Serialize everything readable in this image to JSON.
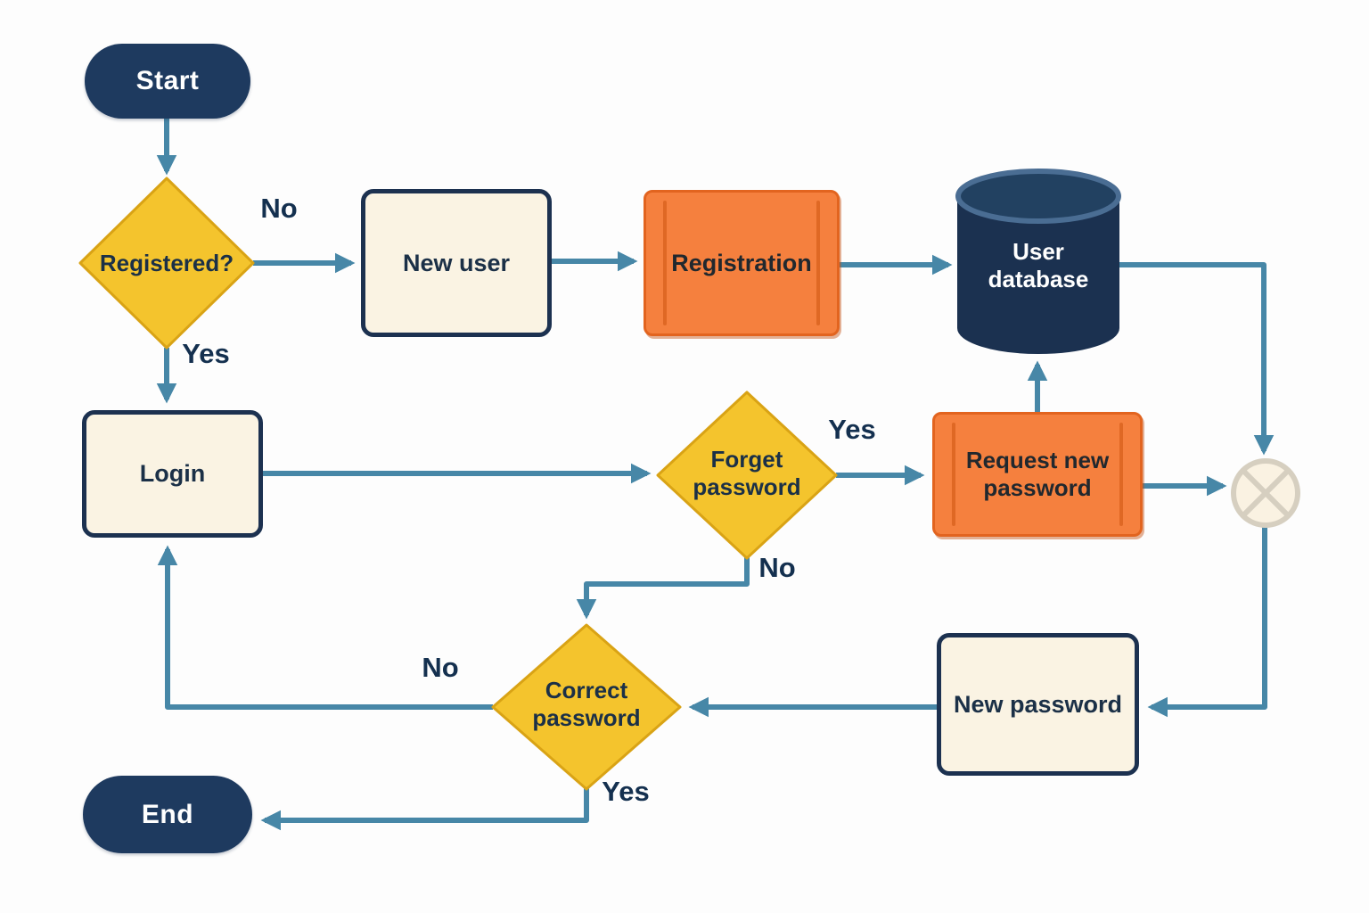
{
  "diagram": {
    "description": "Login and registration flowchart",
    "palette": {
      "background": "#fdfdfd",
      "navy": "#1e3a5f",
      "database_navy": "#1b3150",
      "yellow": "#f4c42d",
      "yellow_border": "#d9a315",
      "orange": "#f5803e",
      "orange_border": "#e2641f",
      "cream": "#faf3e3",
      "cream_border": "#1c3150",
      "arrow_teal": "#4787a7",
      "junction_outline": "#d6cfc0",
      "text_dark": "#1b3047",
      "text_light": "#ffffff"
    },
    "nodes": {
      "start": {
        "label": "Start",
        "shape": "terminator"
      },
      "registered": {
        "label": "Registered?",
        "shape": "decision"
      },
      "new_user": {
        "label": "New user",
        "shape": "process"
      },
      "registration": {
        "label": "Registration",
        "shape": "predefined-process"
      },
      "user_database": {
        "label": "User database",
        "shape": "database-cylinder"
      },
      "login": {
        "label": "Login",
        "shape": "process"
      },
      "forget_password": {
        "label": "Forget password",
        "shape": "decision"
      },
      "request_new_password": {
        "label": "Request new password",
        "shape": "predefined-process"
      },
      "junction": {
        "label": "",
        "shape": "summing-junction"
      },
      "correct_password": {
        "label": "Correct password",
        "shape": "decision"
      },
      "new_password": {
        "label": "New password",
        "shape": "process"
      },
      "end": {
        "label": "End",
        "shape": "terminator"
      }
    },
    "edges": {
      "registered_no": {
        "label": "No",
        "from": "registered",
        "to": "new_user"
      },
      "registered_yes": {
        "label": "Yes",
        "from": "registered",
        "to": "login"
      },
      "forget_yes": {
        "label": "Yes",
        "from": "forget_password",
        "to": "request_new_password"
      },
      "forget_no": {
        "label": "No",
        "from": "forget_password",
        "to": "correct_password"
      },
      "correct_no": {
        "label": "No",
        "from": "correct_password",
        "to": "login"
      },
      "correct_yes": {
        "label": "Yes",
        "from": "correct_password",
        "to": "end"
      }
    }
  }
}
